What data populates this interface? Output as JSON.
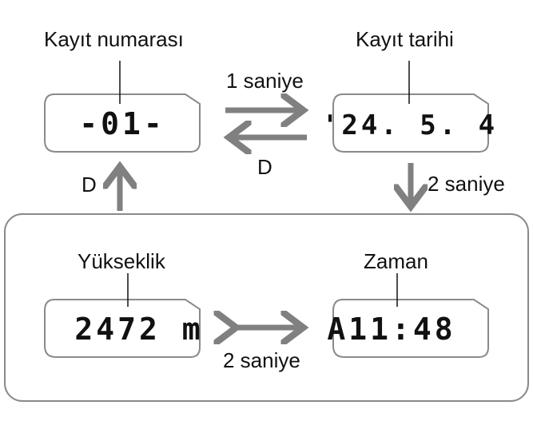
{
  "colors": {
    "frame": "#8a8a8a",
    "arrow": "#808080",
    "lcd_border": "#8a8a8a",
    "text": "#111111"
  },
  "record_number": {
    "title": "Kayıt numarası",
    "display": "-01-"
  },
  "record_date": {
    "title": "Kayıt tarihi",
    "display": "'24. 5. 4"
  },
  "altitude": {
    "title": "Yükseklik",
    "display": "2472 m"
  },
  "time": {
    "title": "Zaman",
    "display": "A11:48"
  },
  "transitions": {
    "top_forward": "1 saniye",
    "top_back": "D",
    "right_down": "2 saniye",
    "left_up": "D",
    "bottom_swap": "2 saniye"
  }
}
